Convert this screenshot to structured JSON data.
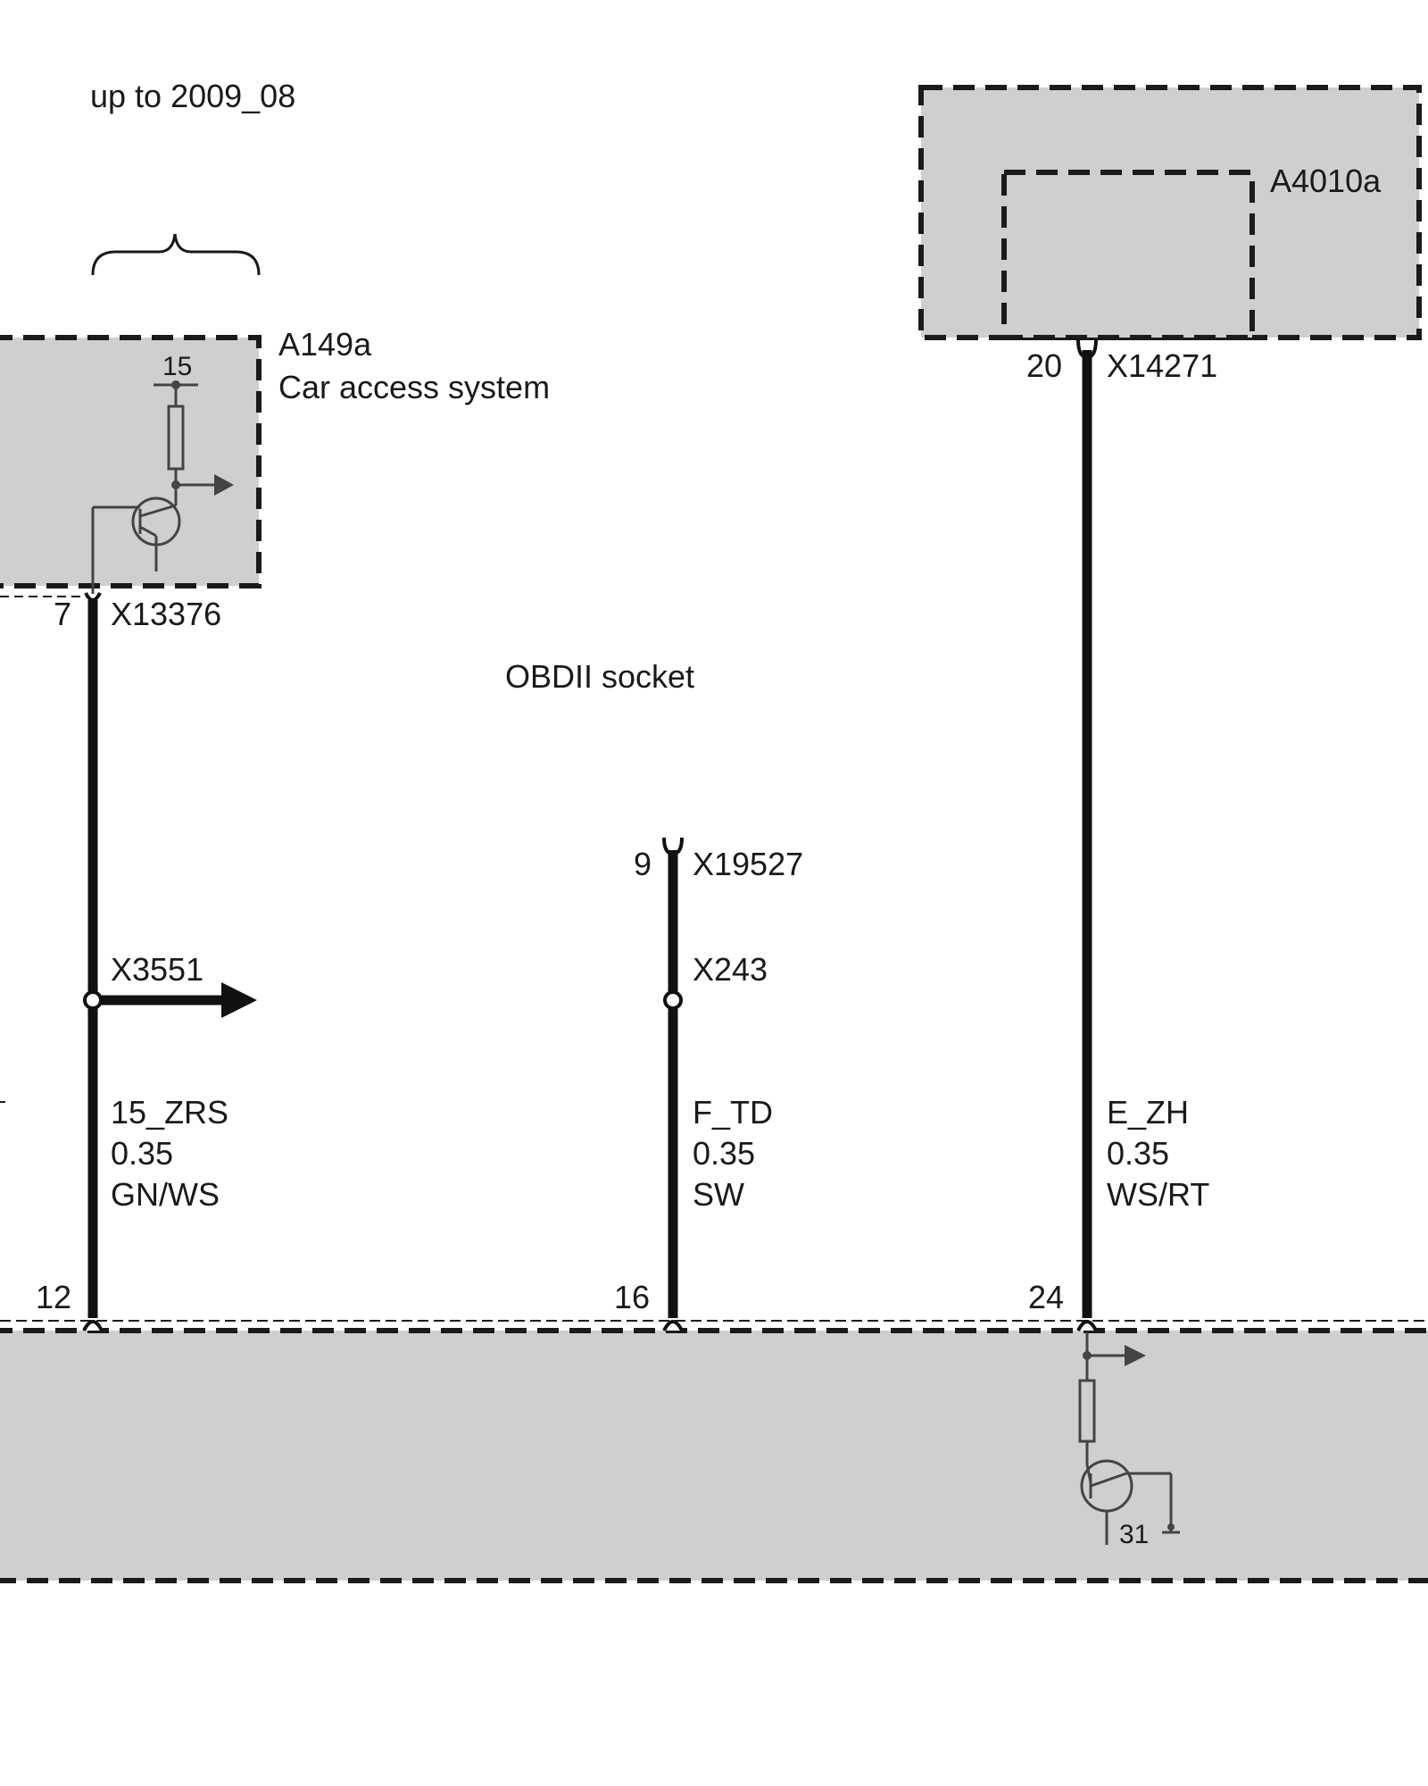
{
  "variant_note": "up to 2009_08",
  "modules": {
    "a149a": {
      "id": "A149a",
      "name": "Car access system",
      "internal_supply": "15"
    },
    "a4010a": {
      "id": "A4010a"
    },
    "obd": {
      "name": "OBDII socket"
    },
    "bottom": {
      "ground": "31"
    }
  },
  "connectors": {
    "x13376": {
      "name": "X13376",
      "pin": "7"
    },
    "x14271": {
      "name": "X14271",
      "pin": "20"
    },
    "x19527": {
      "name": "X19527",
      "pin": "9"
    },
    "x3551": {
      "name": "X3551"
    },
    "x243": {
      "name": "X243"
    }
  },
  "wires": {
    "w1": {
      "signal": "15_ZRS",
      "gauge": "0.35",
      "color": "GN/WS",
      "bottom_pin": "12"
    },
    "w2": {
      "signal": "F_TD",
      "gauge": "0.35",
      "color": "SW",
      "bottom_pin": "16"
    },
    "w3": {
      "signal": "E_ZH",
      "gauge": "0.35",
      "color": "WS/RT",
      "bottom_pin": "24"
    }
  },
  "colors": {
    "module_fill": "#cfcfcf",
    "wire": "#111111",
    "outline": "#1a1a1a",
    "symbol": "#444444"
  }
}
